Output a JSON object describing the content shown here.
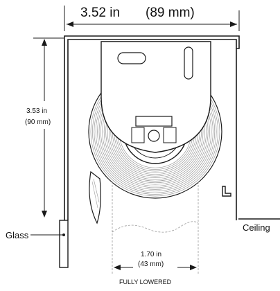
{
  "dimensions": {
    "width": {
      "imperial": "3.52 in",
      "metric": "(89 mm)"
    },
    "height": {
      "imperial": "3.53 in",
      "metric": "(90 mm)"
    },
    "clearance": {
      "imperial": "1.70 in",
      "metric": "(43 mm)"
    }
  },
  "labels": {
    "ceiling": "Ceiling",
    "glass": "Glass",
    "fully_lowered": "FULLY LOWERED"
  },
  "colors": {
    "line": "#1a1a1a",
    "fabric": "#9a9a9a",
    "background": "#ffffff"
  }
}
